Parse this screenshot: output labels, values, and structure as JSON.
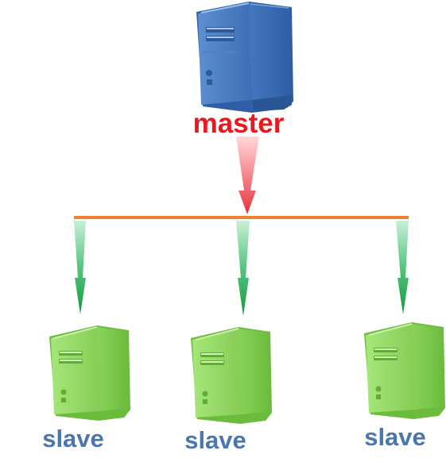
{
  "master": {
    "label": "master",
    "label_color": "#e8191f",
    "icon": "server-tower-icon",
    "color": "#4f7fc3"
  },
  "slaves": [
    {
      "label": "slave",
      "icon": "server-tower-icon"
    },
    {
      "label": "slave",
      "icon": "server-tower-icon"
    },
    {
      "label": "slave",
      "icon": "server-tower-icon"
    }
  ],
  "slave_style": {
    "label_color": "#4a76b0",
    "color": "#8fd65c"
  },
  "bus_color": "#f08030",
  "arrow_colors": {
    "master_to_bus": "#f0555f",
    "bus_to_slave": "#1fa650"
  }
}
